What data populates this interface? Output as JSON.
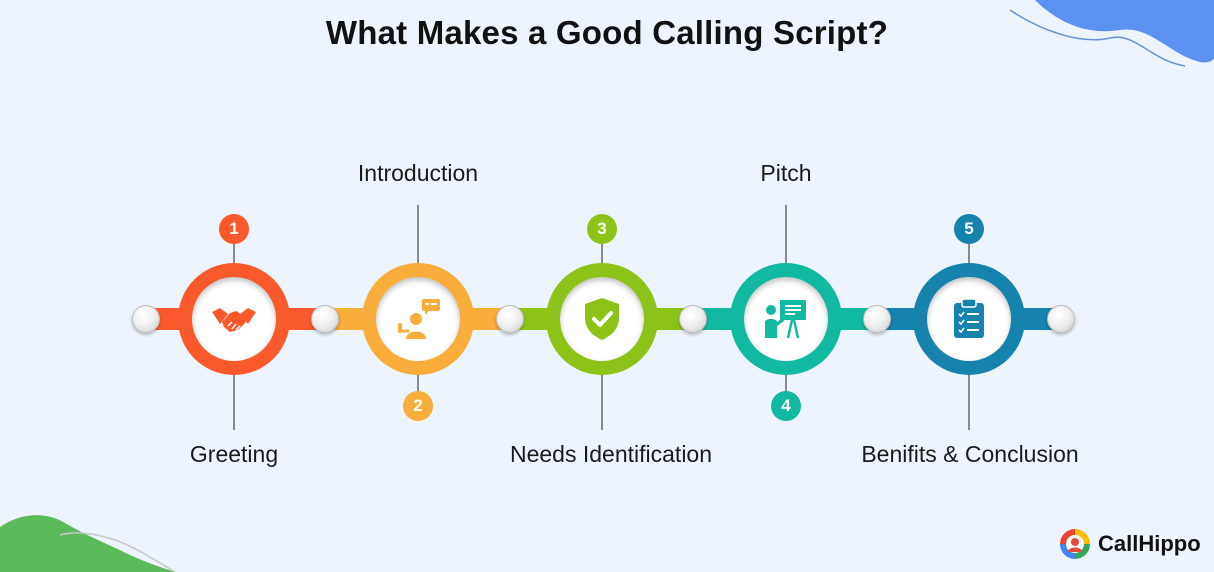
{
  "title": "What Makes a Good Calling Script?",
  "steps": [
    {
      "number": "1",
      "label": "Greeting",
      "color": "#fa5a2b",
      "icon": "handshake-icon"
    },
    {
      "number": "2",
      "label": "Introduction",
      "color": "#f9ad3b",
      "icon": "person-speech-icon"
    },
    {
      "number": "3",
      "label": "Needs Identification",
      "color": "#8dc318",
      "icon": "shield-check-icon"
    },
    {
      "number": "4",
      "label": "Pitch",
      "color": "#12b9a1",
      "icon": "presentation-icon"
    },
    {
      "number": "5",
      "label": "Benifits & Conclusion",
      "color": "#1583ae",
      "icon": "clipboard-checklist-icon"
    }
  ],
  "brand": {
    "name": "CallHippo"
  },
  "colors": {
    "background": "#eef4fd",
    "blob_blue": "#5b92f0",
    "blob_green": "#5bbb5a"
  }
}
